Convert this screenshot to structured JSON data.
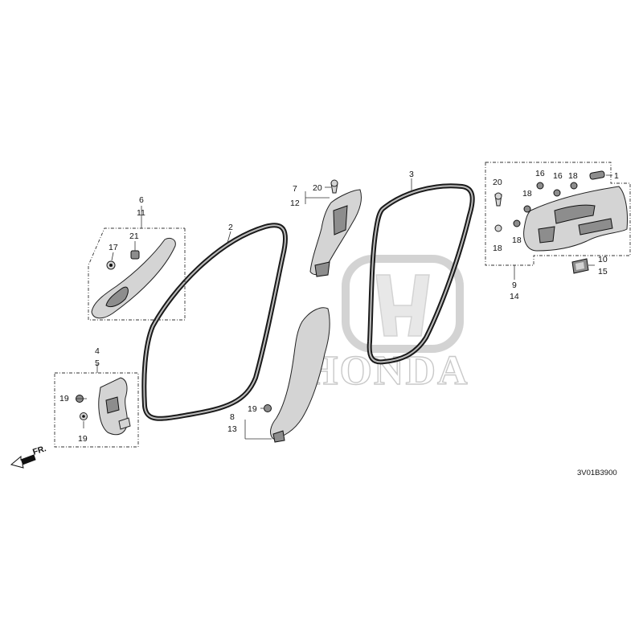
{
  "diagram": {
    "diagram_code": "3V01B3900",
    "watermark_text": "HONDA",
    "front_indicator": "FR.",
    "callouts": [
      {
        "id": "c1",
        "text": "1"
      },
      {
        "id": "c2",
        "text": "2"
      },
      {
        "id": "c3",
        "text": "3"
      },
      {
        "id": "c4",
        "text": "4"
      },
      {
        "id": "c5",
        "text": "5"
      },
      {
        "id": "c6",
        "text": "6"
      },
      {
        "id": "c7",
        "text": "7"
      },
      {
        "id": "c8",
        "text": "8"
      },
      {
        "id": "c9",
        "text": "9"
      },
      {
        "id": "c10",
        "text": "10"
      },
      {
        "id": "c11",
        "text": "11"
      },
      {
        "id": "c12",
        "text": "12"
      },
      {
        "id": "c13",
        "text": "13"
      },
      {
        "id": "c14",
        "text": "14"
      },
      {
        "id": "c15",
        "text": "15"
      },
      {
        "id": "c16a",
        "text": "16"
      },
      {
        "id": "c16b",
        "text": "16"
      },
      {
        "id": "c17",
        "text": "17"
      },
      {
        "id": "c18a",
        "text": "18"
      },
      {
        "id": "c18b",
        "text": "18"
      },
      {
        "id": "c18c",
        "text": "18"
      },
      {
        "id": "c18d",
        "text": "18"
      },
      {
        "id": "c19a",
        "text": "19"
      },
      {
        "id": "c19b",
        "text": "19"
      },
      {
        "id": "c19c",
        "text": "19"
      },
      {
        "id": "c20a",
        "text": "20"
      },
      {
        "id": "c20b",
        "text": "20"
      },
      {
        "id": "c21",
        "text": "21"
      }
    ]
  }
}
